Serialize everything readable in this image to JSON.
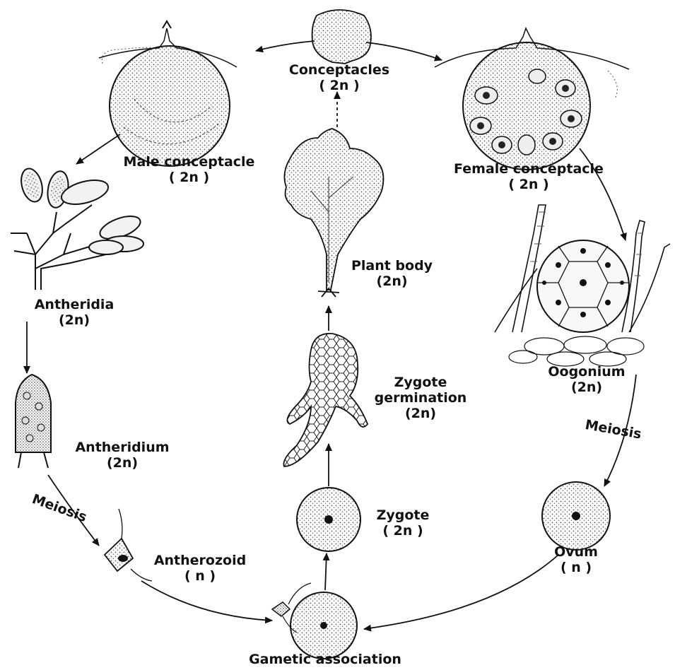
{
  "colors": {
    "ink": "#111111",
    "stipple": "#555555",
    "background": "#ffffff"
  },
  "nodes": {
    "conceptacles": {
      "label": "Conceptacles",
      "ploidy": "( 2n )"
    },
    "male_conceptacle": {
      "label": "Male conceptacle",
      "ploidy": "( 2n )"
    },
    "female_conceptacle": {
      "label": "Female conceptacle",
      "ploidy": "( 2n )"
    },
    "antheridia": {
      "label": "Antheridia",
      "ploidy": "(2n)"
    },
    "antheridium": {
      "label": "Antheridium",
      "ploidy": "(2n)"
    },
    "antherozoid": {
      "label": "Antherozoid",
      "ploidy": "( n )"
    },
    "plant_body": {
      "label": "Plant body",
      "ploidy": "(2n)"
    },
    "zygote_germination": {
      "label": "Zygote",
      "label2": "germination",
      "ploidy": "(2n)"
    },
    "zygote": {
      "label": "Zygote",
      "ploidy": "( 2n )"
    },
    "oogonium": {
      "label": "Oogonium",
      "ploidy": "(2n)"
    },
    "ovum": {
      "label": "Ovum",
      "ploidy": "( n )"
    },
    "gametic_association": {
      "label": "Gametic association"
    }
  },
  "edge_labels": {
    "meiosis_left": "Meiosis",
    "meiosis_right": "Meiosis"
  }
}
